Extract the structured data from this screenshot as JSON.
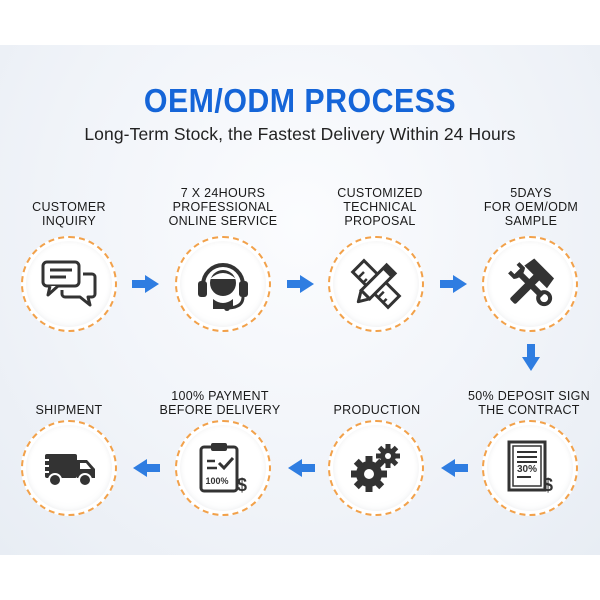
{
  "title": "OEM/ODM PROCESS",
  "subtitle": "Long-Term Stock, the Fastest Delivery Within 24 Hours",
  "colors": {
    "accent": "#1565d8",
    "arrow": "#2f7de1",
    "ring": "#f2a14a",
    "icon": "#333333"
  },
  "steps": [
    {
      "label": "CUSTOMER\nINQUIRY",
      "icon": "chat-bubbles-icon"
    },
    {
      "label": "7 X 24HOURS\nPROFESSIONAL\nONLINE SERVICE",
      "icon": "headset-icon"
    },
    {
      "label": "CUSTOMIZED\nTECHNICAL\nPROPOSAL",
      "icon": "pencil-ruler-icon"
    },
    {
      "label": "5DAYS\nFOR OEM/ODM\nSAMPLE",
      "icon": "hammer-wrench-icon"
    },
    {
      "label": "50% DEPOSIT SIGN\nTHE CONTRACT",
      "icon": "contract-document-icon",
      "badge": "30%"
    },
    {
      "label": "PRODUCTION",
      "icon": "gears-icon"
    },
    {
      "label": "100% PAYMENT\nBEFORE DELIVERY",
      "icon": "payment-clipboard-icon",
      "badge": "100%"
    },
    {
      "label": "SHIPMENT",
      "icon": "delivery-truck-icon"
    }
  ]
}
